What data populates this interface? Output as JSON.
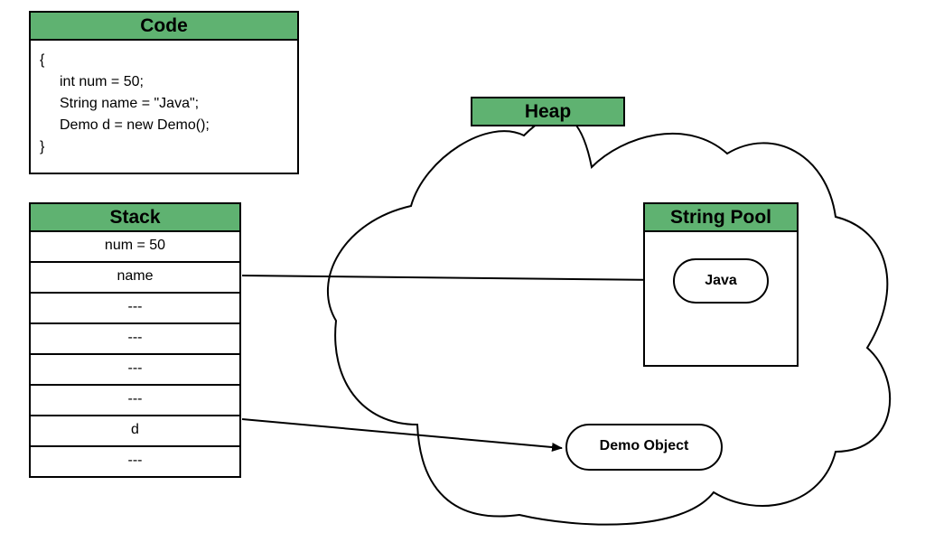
{
  "code": {
    "title": "Code",
    "lines": [
      "{",
      "int num = 50;",
      "String name = \"Java\";",
      "Demo d = new Demo();",
      "}"
    ]
  },
  "stack": {
    "title": "Stack",
    "cells": [
      "num = 50",
      "name",
      "---",
      "---",
      "---",
      "---",
      "d",
      "---"
    ]
  },
  "heap": {
    "title": "Heap",
    "string_pool": {
      "title": "String Pool",
      "entry": "Java"
    },
    "object": "Demo Object"
  },
  "colors": {
    "header_fill": "#5fb271",
    "stroke": "#000000",
    "background": "#ffffff"
  }
}
